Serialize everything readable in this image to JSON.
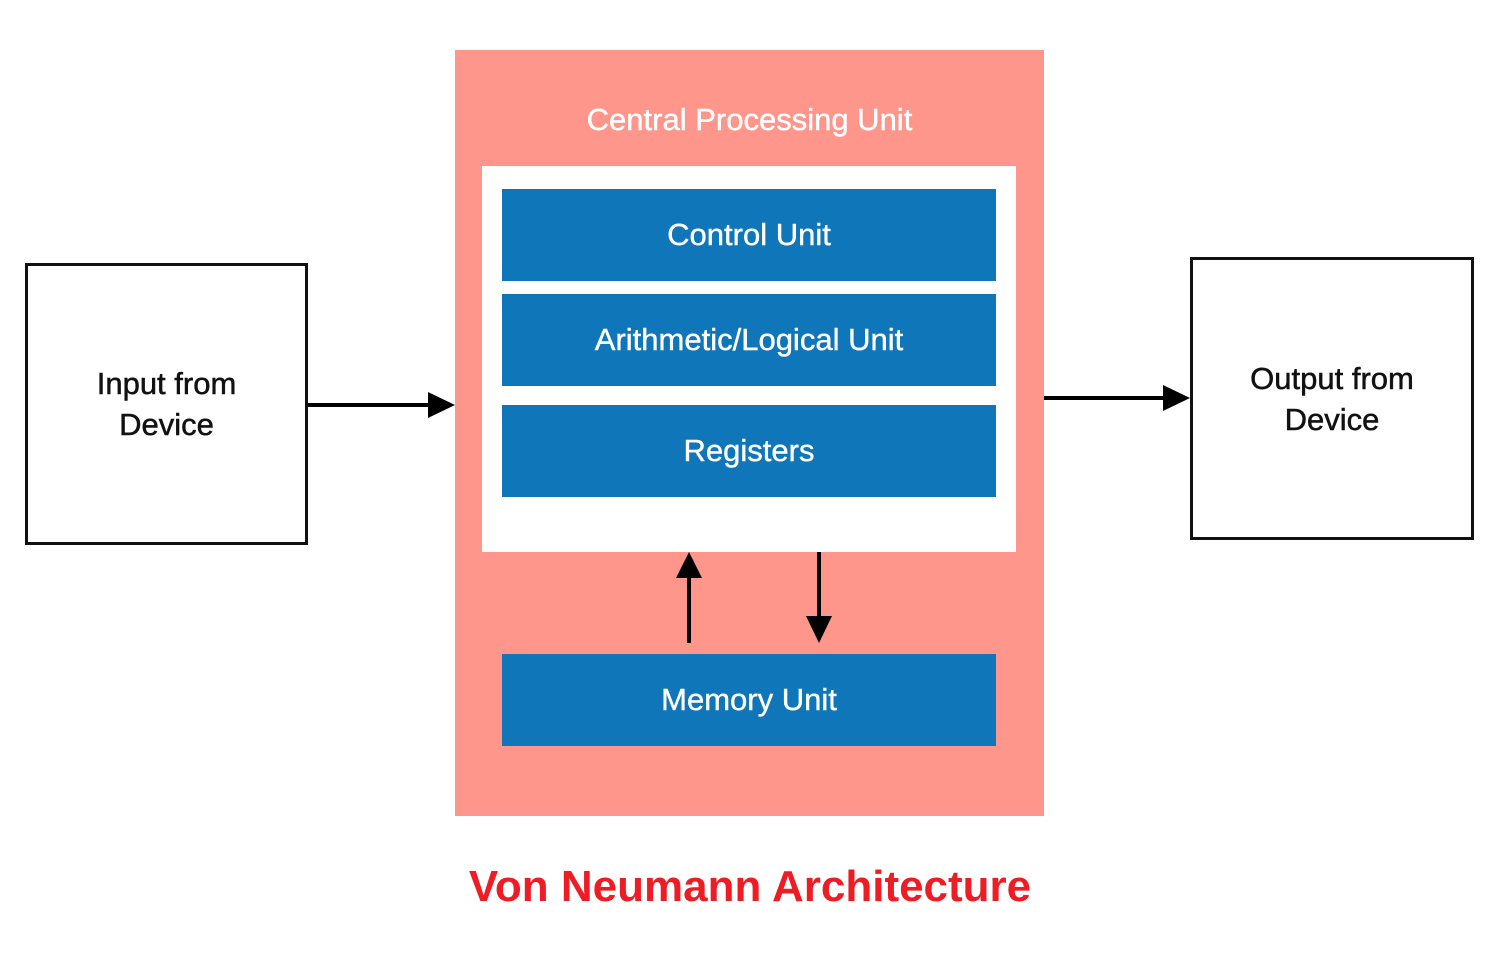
{
  "diagram": {
    "title": "Von Neumann Architecture",
    "input_device": {
      "label_line1": "Input from",
      "label_line2": "Device"
    },
    "output_device": {
      "label_line1": "Output from",
      "label_line2": "Device"
    },
    "cpu": {
      "title": "Central Processing Unit",
      "units": [
        {
          "label": "Control Unit"
        },
        {
          "label": "Arithmetic/Logical Unit"
        },
        {
          "label": "Registers"
        }
      ]
    },
    "memory_unit": {
      "label": "Memory Unit"
    },
    "connections": [
      {
        "from": "Input from Device",
        "to": "Central Processing Unit"
      },
      {
        "from": "Central Processing Unit",
        "to": "Output from Device"
      },
      {
        "from": "Memory Unit",
        "to": "Central Processing Unit"
      },
      {
        "from": "Central Processing Unit",
        "to": "Memory Unit"
      }
    ],
    "colors": {
      "cpu_background": "#ff968c",
      "unit_fill": "#0f76b9",
      "caption": "#ee1c25"
    }
  }
}
